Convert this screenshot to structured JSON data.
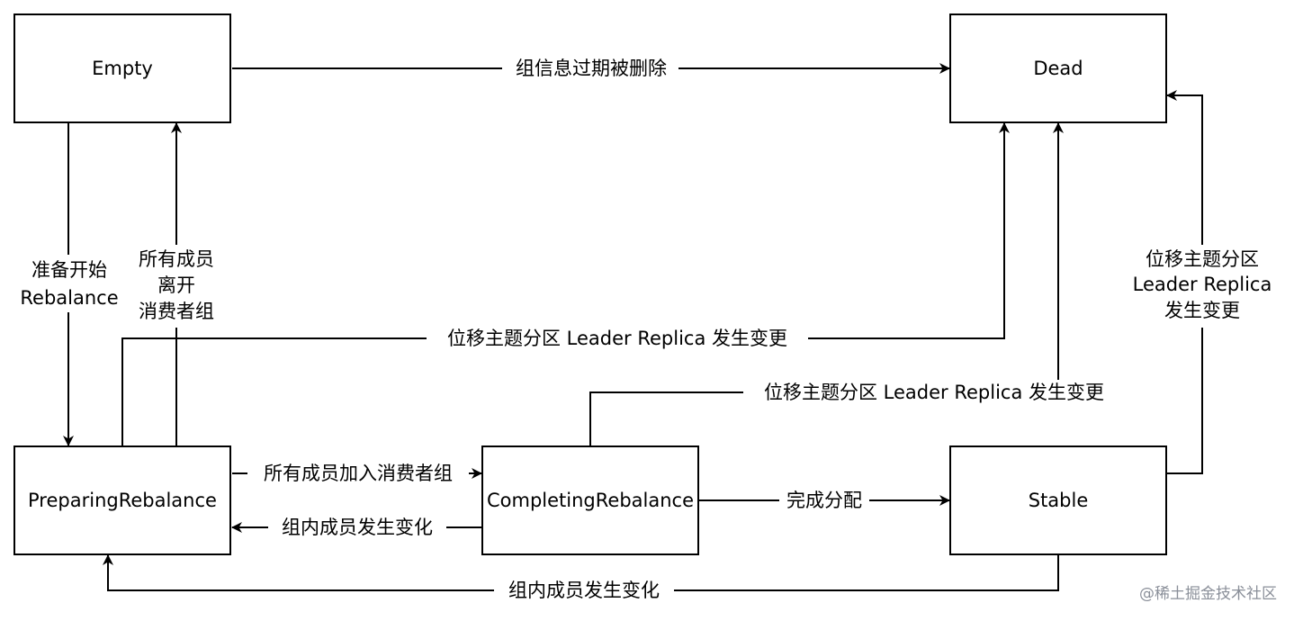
{
  "states": {
    "empty": "Empty",
    "dead": "Dead",
    "preparing": "PreparingRebalance",
    "completing": "CompletingRebalance",
    "stable": "Stable"
  },
  "transitions": {
    "empty_to_dead": "组信息过期被删除",
    "empty_to_preparing": [
      "准备开始",
      "Rebalance"
    ],
    "preparing_to_empty": [
      "所有成员",
      "离开",
      "消费者组"
    ],
    "preparing_to_dead": "位移主题分区 Leader Replica 发生变更",
    "completing_to_dead": "位移主题分区 Leader Replica 发生变更",
    "stable_to_dead": [
      "位移主题分区",
      "Leader Replica",
      "发生变更"
    ],
    "preparing_to_completing": "所有成员加入消费者组",
    "completing_to_preparing": "组内成员发生变化",
    "completing_to_stable": "完成分配",
    "stable_to_preparing": "组内成员发生变化"
  },
  "watermark": "@稀土掘金技术社区",
  "colors": {
    "stroke": "#000000",
    "background": "#ffffff",
    "watermark": "#8a8f99"
  }
}
